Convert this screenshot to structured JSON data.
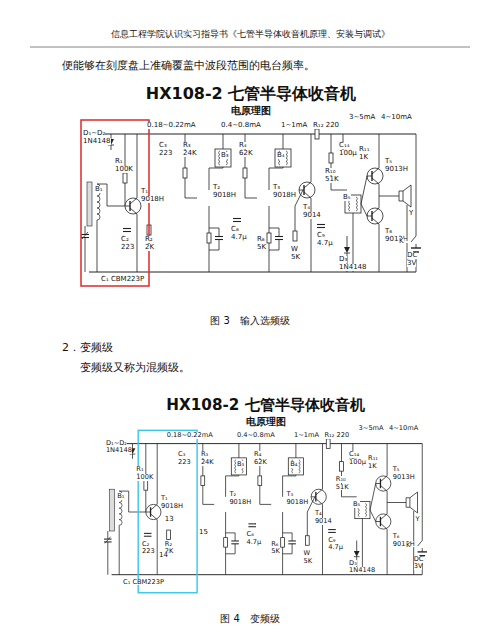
{
  "diagram": {
    "labels": [
      "信息工程学院认识实习指导书《七管半导体收音机原理、安装与调试》",
      "便能够在刻度盘上准确覆盖中波段范围的电台频率。",
      "HX108-2 七管半导体收音机",
      "电原理图",
      "D₁~D₂",
      "1N4148",
      "R₁",
      "100K",
      "B₁",
      "T₁",
      "9018H",
      "C₂",
      "223",
      "R₂",
      "2K",
      "C₁ CBM223P",
      "0.18~0.22mA",
      "C₃",
      "223",
      "R₃",
      "24K",
      "B₃",
      "T₂",
      "9018H",
      "0.4~0.8mA",
      "R₄",
      "62K",
      "B₄",
      "T₃",
      "9018H",
      "1~1mA",
      "C₆",
      "4.7μ",
      "R₆",
      "5K",
      "W",
      "5K",
      "R₁₂ 220",
      "3~5mA",
      "4~10mA",
      "C₁₄",
      "100μ",
      "T₄",
      "9014",
      "R₁₀",
      "51K",
      "C₉",
      "4.7μ",
      "R₁₁",
      "1K",
      "B₅",
      "T₅",
      "9013H",
      "T₆",
      "9013H",
      "D₃",
      "1N4148",
      "Y",
      "K",
      "DC",
      "3V",
      "图 3　输入选频级",
      "2．变频级",
      "变频级又称为混频级。",
      "HX108-2 七管半导体收音机",
      "电原理图",
      "D₁~D₂",
      "1N4148",
      "R₁",
      "100K",
      "B₁",
      "T₁",
      "9018H",
      "C₂",
      "223",
      "R₂",
      "2K",
      "C₁ CBM223P",
      "0.18~0.22mA",
      "C₃",
      "223",
      "R₃",
      "24K",
      "B₃",
      "T₂",
      "9018H",
      "0.4~0.8mA",
      "R₄",
      "62K",
      "B₄",
      "T₃",
      "9018H",
      "1~1mA",
      "C₆",
      "4.7μ",
      "R₆",
      "5K",
      "W",
      "5K",
      "R₁₂ 220",
      "3~5mA",
      "4~10mA",
      "C₁₄",
      "100μ",
      "T₄",
      "9014",
      "R₁₀",
      "51K",
      "C₉",
      "4.7μ",
      "R₁₁",
      "1K",
      "B₅",
      "T₅",
      "9013H",
      "T₆",
      "9013H",
      "D₃",
      "1N4148",
      "Y",
      "K",
      "DC",
      "3V",
      "13",
      "14",
      "15",
      "图 4　变频级"
    ]
  }
}
